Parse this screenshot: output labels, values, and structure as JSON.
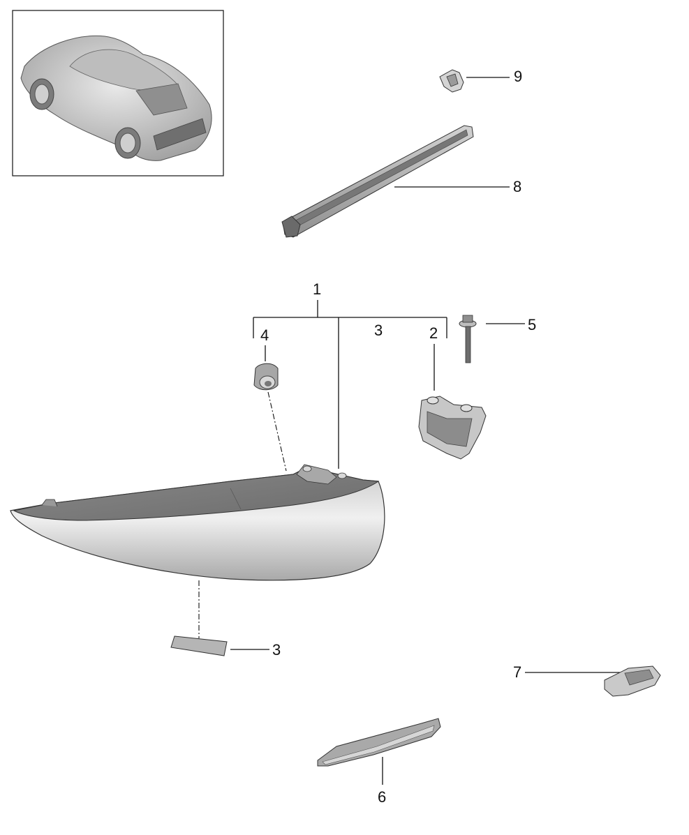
{
  "callouts": {
    "c1": "1",
    "c2": "2",
    "c3_group": "3",
    "c3": "3",
    "c4": "4",
    "c5": "5",
    "c6": "6",
    "c7": "7",
    "c8": "8",
    "c9": "9"
  },
  "colors": {
    "line": "#111111",
    "part_light": "#e2e2e2",
    "part_mid": "#b8b8b8",
    "part_dark": "#7a7a7a",
    "inset_border": "#222222"
  },
  "icons": [
    "car-overview-icon",
    "tail-light-lens-icon",
    "bracket-icon",
    "lamp-socket-icon",
    "screw-icon",
    "reflector-icon",
    "license-light-icon",
    "third-brake-light-icon",
    "clip-nut-icon",
    "gasket-pad-icon"
  ]
}
